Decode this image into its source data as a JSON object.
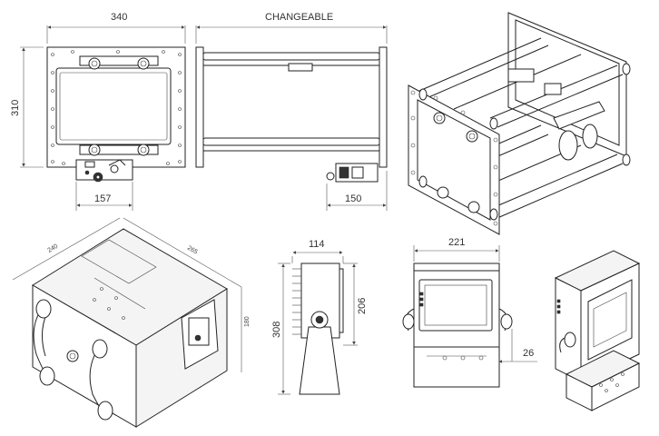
{
  "dimensions": {
    "frame_front_width": "340",
    "frame_front_height": "310",
    "frame_front_offset": "157",
    "frame_side_label": "CHANGEABLE",
    "frame_side_depth": "150",
    "housing_iso_width": "240",
    "housing_iso_length": "265",
    "housing_iso_height": "180",
    "display_side_depth": "114",
    "display_side_height": "308",
    "display_side_inner_height": "206",
    "display_front_width": "221",
    "display_front_offset": "26"
  }
}
